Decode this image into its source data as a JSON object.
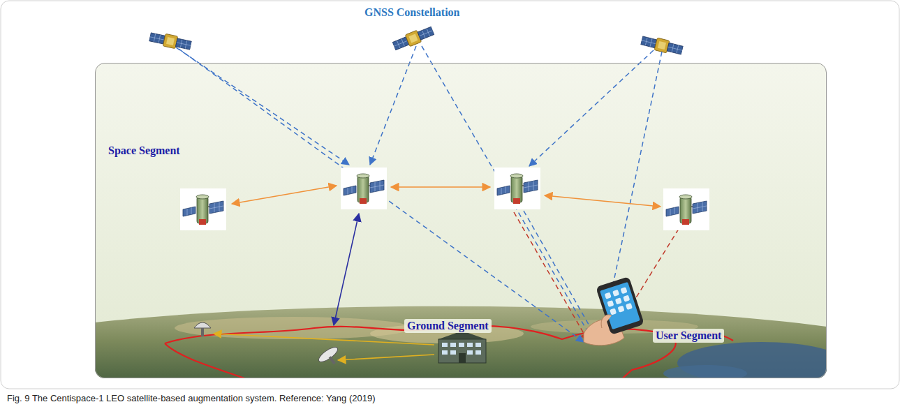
{
  "diagram": {
    "caption": "Fig. 9 The Centispace-1 LEO satellite-based augmentation system. Reference: Yang (2019)",
    "nodes": [
      {
        "text": [
          "Space Segment",
          "Ground Segment",
          "User Segment"
        ]
      }
    ],
    "labels": [
      "GNSS Constellation"
    ]
  }
}
